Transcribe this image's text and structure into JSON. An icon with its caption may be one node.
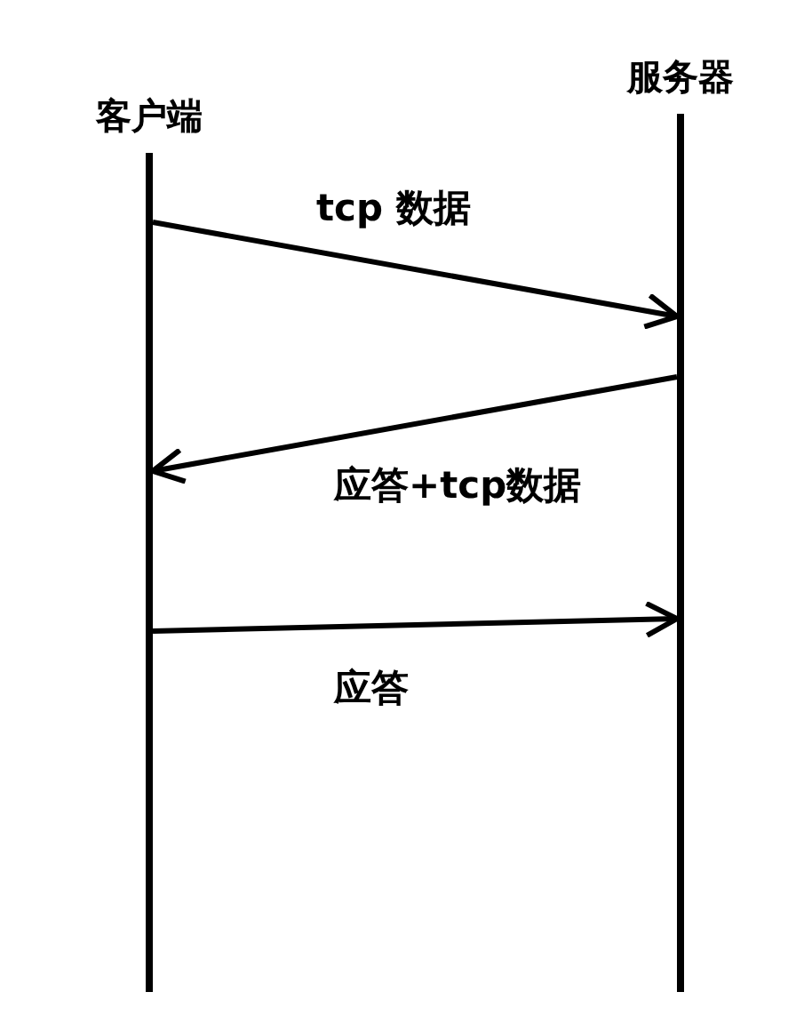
{
  "diagram": {
    "nodes": [
      {
        "text": [
          "客户端"
        ]
      },
      {
        "text": [
          "服务器"
        ]
      }
    ],
    "edges": [
      {
        "from": 0,
        "to": 1,
        "arrow": "to",
        "label": "tcp 数据"
      },
      {
        "from": 1,
        "to": 0,
        "arrow": "to",
        "label": "应答+tcp数据"
      },
      {
        "from": 0,
        "to": 1,
        "arrow": "to",
        "label": "应答"
      }
    ]
  }
}
